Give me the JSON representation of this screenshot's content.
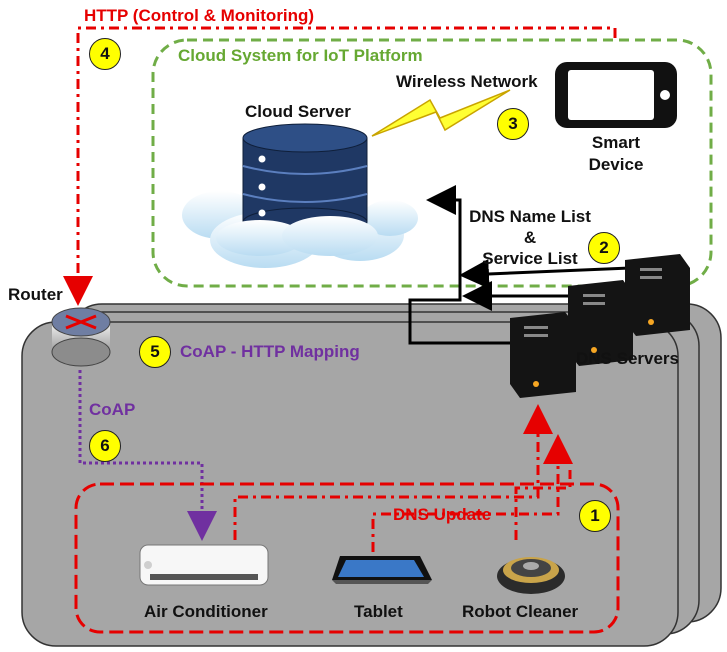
{
  "labels": {
    "http_control": "HTTP (Control & Monitoring)",
    "cloud_system": "Cloud System for  IoT Platform",
    "wireless_network": "Wireless Network",
    "cloud_server": "Cloud Server",
    "smart_device": "Smart\nDevice",
    "dns_lists": "DNS Name List\n&\nService List",
    "router": "Router",
    "coap_http_mapping": "CoAP - HTTP Mapping",
    "dns_servers": "DNS Servers",
    "coap": "CoAP",
    "dns_update": "DNS Update",
    "air_conditioner": "Air Conditioner",
    "tablet": "Tablet",
    "robot_cleaner": "Robot Cleaner"
  },
  "badges": {
    "b1": "1",
    "b2": "2",
    "b3": "3",
    "b4": "4",
    "b5": "5",
    "b6": "6"
  },
  "colors": {
    "http_line": "#e60000",
    "cloud_border": "#70ad47",
    "coap_line": "#7030a0",
    "network_panel": "#a6a6a6",
    "badge_fill": "#ffff00",
    "database": "#1f3864"
  },
  "icons": [
    "cloud-server-icon",
    "smartphone-icon",
    "lightning-icon",
    "router-icon",
    "dns-server-icon",
    "air-conditioner-icon",
    "tablet-icon",
    "robot-cleaner-icon"
  ]
}
